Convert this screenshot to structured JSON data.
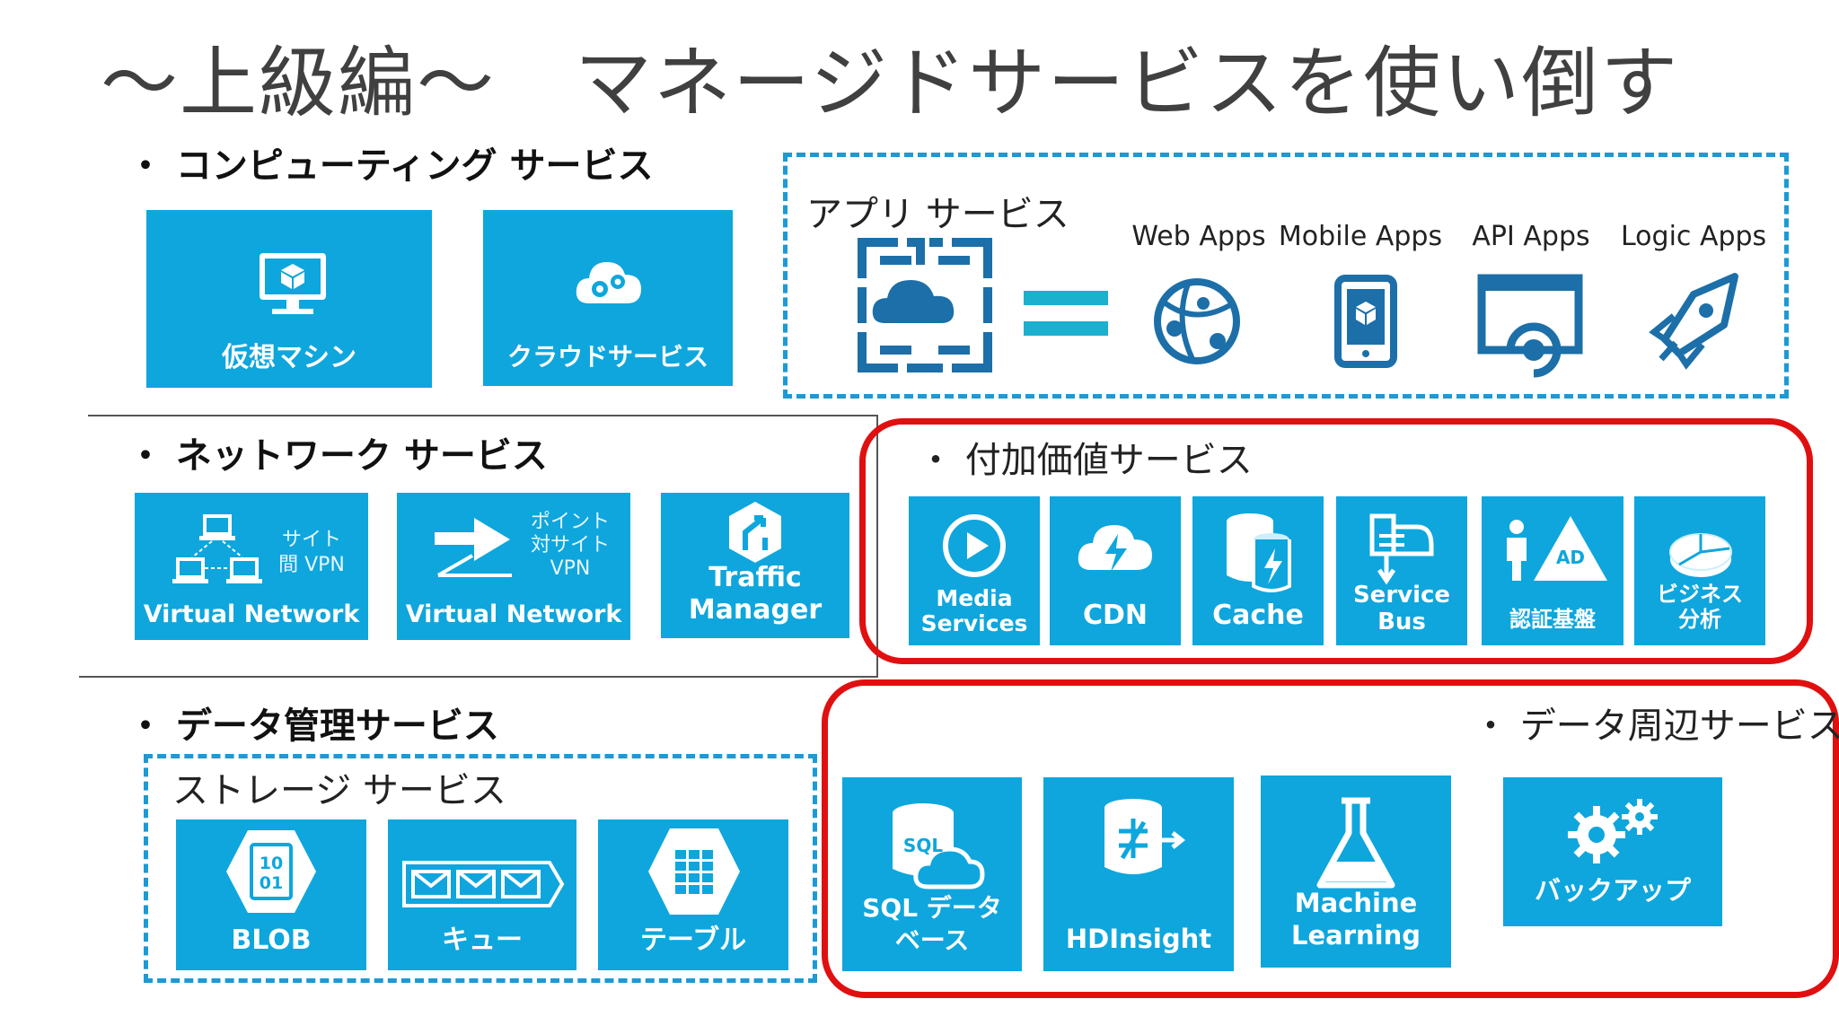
{
  "title": "～上級編～　マネージドサービスを使い倒す",
  "sections": {
    "computing": "・ コンピューティング サービス",
    "network": "・ ネットワーク サービス",
    "data": "・ データ管理サービス",
    "value_added": "・ 付加価値サービス",
    "data_peripheral": "・ データ周辺サービス"
  },
  "app_service": {
    "label": "アプリ サービス",
    "apps": [
      "Web Apps",
      "Mobile Apps",
      "API Apps",
      "Logic Apps"
    ]
  },
  "computing_tiles": [
    "仮想マシン",
    "クラウドサービス"
  ],
  "network_tiles": {
    "vnet1_label": "Virtual Network",
    "vnet1_sub": [
      "サイト",
      "間 VPN"
    ],
    "vnet2_label": "Virtual Network",
    "vnet2_sub": [
      "ポイント",
      "対サイト",
      "VPN"
    ],
    "tm_label": [
      "Traffic",
      "Manager"
    ]
  },
  "value_added_tiles": [
    [
      "Media",
      "Services"
    ],
    [
      "CDN"
    ],
    [
      "Cache"
    ],
    [
      "Service",
      "Bus"
    ],
    [
      "認証基盤"
    ],
    [
      "ビジネス",
      "分析"
    ]
  ],
  "ad_badge": "AD",
  "storage": {
    "label": "ストレージ サービス",
    "tiles": [
      "BLOB",
      "キュー",
      "テーブル"
    ],
    "blob_icon_text": [
      "10",
      "01"
    ]
  },
  "data_tiles": [
    [
      "SQL データ",
      "ベース"
    ],
    [
      "HDInsight"
    ],
    [
      "Machine",
      "Learning"
    ],
    [
      "バックアップ"
    ]
  ],
  "sql_badge": "SQL",
  "colors": {
    "tile": "#0ea6dd",
    "dash": "#1b9ad6",
    "highlight": "#e01010",
    "appicon": "#1c6fa8"
  }
}
